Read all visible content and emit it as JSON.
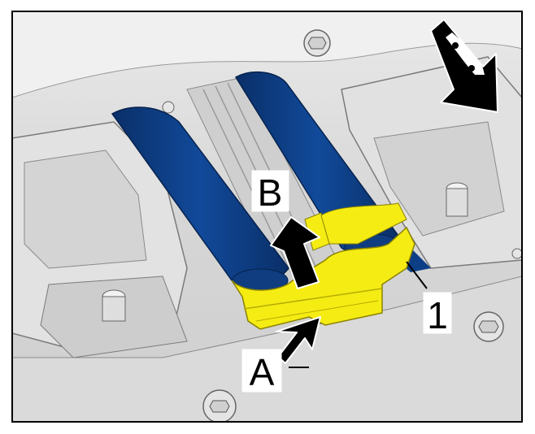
{
  "diagram": {
    "labels": {
      "a": "A",
      "b": "B",
      "part1": "1"
    },
    "icons": {
      "direction": "vehicle-front-direction-arrow-icon",
      "motion_a": "black-push-arrow-icon",
      "motion_b": "black-lift-arrow-icon"
    },
    "colors": {
      "cable": "#0d3f87",
      "clip": "#f5ec14",
      "arrow": "#000000",
      "background": "#dcdcdc",
      "border": "#000000"
    }
  }
}
